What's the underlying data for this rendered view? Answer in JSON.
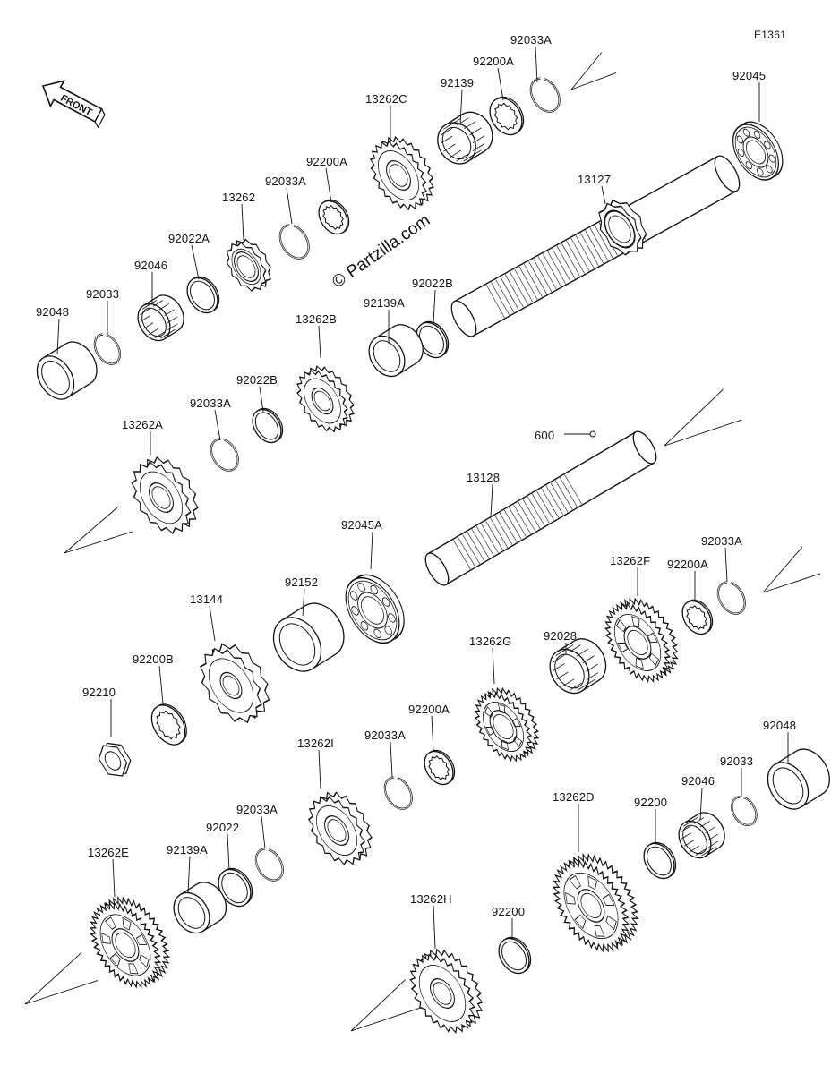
{
  "diagram": {
    "code": "E1361",
    "watermark": "© Partzilla.com",
    "front_label": "FRONT",
    "part_labels": {
      "p92033A_top": "92033A",
      "p92200A_top": "92200A",
      "p92139_top": "92139",
      "p13262C": "13262C",
      "p92045": "92045",
      "p13127": "13127",
      "p92200A_mid": "92200A",
      "p92033A_mid": "92033A",
      "p13262": "13262",
      "p92022A": "92022A",
      "p92046_top": "92046",
      "p92033_top": "92033",
      "p92048_top": "92048",
      "p92022B_top": "92022B",
      "p92139A_top": "92139A",
      "p13262B": "13262B",
      "p92022B_mid": "92022B",
      "p92033A_left": "92033A",
      "p13262A": "13262A",
      "p600": "600",
      "p13128": "13128",
      "p92045A": "92045A",
      "p92152": "92152",
      "p13144": "13144",
      "p92200B": "92200B",
      "p92210": "92210",
      "p13262F": "13262F",
      "p92200A_right": "92200A",
      "p92033A_right": "92033A",
      "p13262G": "13262G",
      "p92028": "92028",
      "p92200A_low": "92200A",
      "p92033A_low": "92033A",
      "p13262I": "13262I",
      "p92048_bot": "92048",
      "p92033_bot": "92033",
      "p92046_bot": "92046",
      "p92200_a": "92200",
      "p13262D": "13262D",
      "p92033A_bot": "92033A",
      "p92022": "92022",
      "p92139A_bot": "92139A",
      "p13262E": "13262E",
      "p13262H": "13262H",
      "p92200_b": "92200"
    }
  }
}
